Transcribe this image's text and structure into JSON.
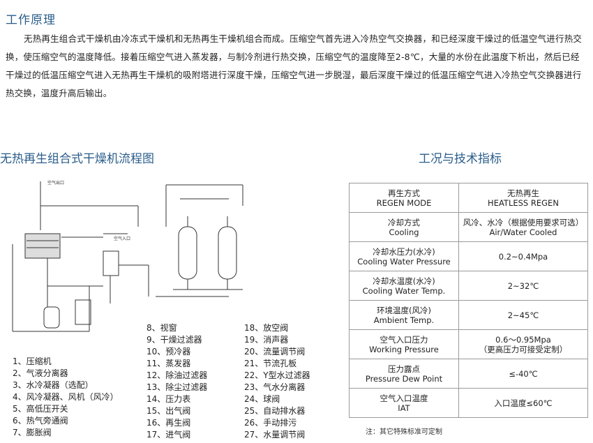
{
  "principle": {
    "title": "工作原理",
    "text": "无热再生组合式干燥机由冷冻式干燥机和无热再生干燥机组合而成。压缩空气首先进入冷热空气交换器，和已经深度干燥过的低温空气进行热交换，使压缩空气的温度降低。接着压缩空气进入蒸发器，与制冷剂进行热交换，压缩空气的温度降至2-8℃，大量的水份在此温度下析出，然后已经干燥过的低温压缩空气进入无热再生干燥机的吸附塔进行深度干燥，压缩空气进一步脱湿，最后深度干燥过的低温压缩空气进入冷热空气交换器进行热交换，温度升高后输出。"
  },
  "flow": {
    "title": "无热再生组合式干燥机流程图",
    "outlet_label": "空气出口",
    "inlet_label": "空气入口",
    "legend_col1": [
      "1、压缩机",
      "2、气液分离器",
      "3、水冷凝器（选配）",
      "4、风冷凝器、风机（风冷）",
      "5、高低压开关",
      "6、热气旁通阀",
      "7、膨胀阀"
    ],
    "legend_col2": [
      "8、视窗",
      "9、干燥过滤器",
      "10、预冷器",
      "11、蒸发器",
      "12、除油过滤器",
      "13、除尘过滤器",
      "14、压力表",
      "15、出气阀",
      "16、再生阀",
      "17、进气阀"
    ],
    "legend_col3": [
      "18、放空阀",
      "19、消声器",
      "20、流量调节阀",
      "21、节流孔板",
      "22、Y型水过滤器",
      "23、气水分离器",
      "24、球阀",
      "25、自动排水器",
      "26、手动排污",
      "27、水量调节阀"
    ]
  },
  "spec": {
    "title": "工况与技术指标",
    "rows": [
      {
        "k_cn": "再生方式",
        "k_en": "REGEN MODE",
        "v1": "无热再生",
        "v2": "HEATLESS REGEN"
      },
      {
        "k_cn": "冷却方式",
        "k_en": "Cooling",
        "v1": "风冷、水冷（根据使用要求可选）",
        "v2": "Air/Water Cooled"
      },
      {
        "k_cn": "冷却水压力(水冷)",
        "k_en": "Cooling Water Pressure",
        "v1": "0.2~0.4Mpa",
        "v2": ""
      },
      {
        "k_cn": "冷却水温度(水冷)",
        "k_en": "Cooling Water Temp.",
        "v1": "2~32℃",
        "v2": ""
      },
      {
        "k_cn": "环境温度(风冷)",
        "k_en": "Ambient Temp.",
        "v1": "2~45℃",
        "v2": ""
      },
      {
        "k_cn": "空气入口压力",
        "k_en": "Working Pressure",
        "v1": "0.6～0.95Mpa",
        "v2": "（更高压力可接受定制）"
      },
      {
        "k_cn": "压力露点",
        "k_en": "Pressure Dew Point",
        "v1": "≤-40℃",
        "v2": ""
      },
      {
        "k_cn": "空气入口温度",
        "k_en": "IAT",
        "v1": "入口温度≤60℃",
        "v2": ""
      }
    ],
    "note": "注：其它特殊标准可定制"
  }
}
